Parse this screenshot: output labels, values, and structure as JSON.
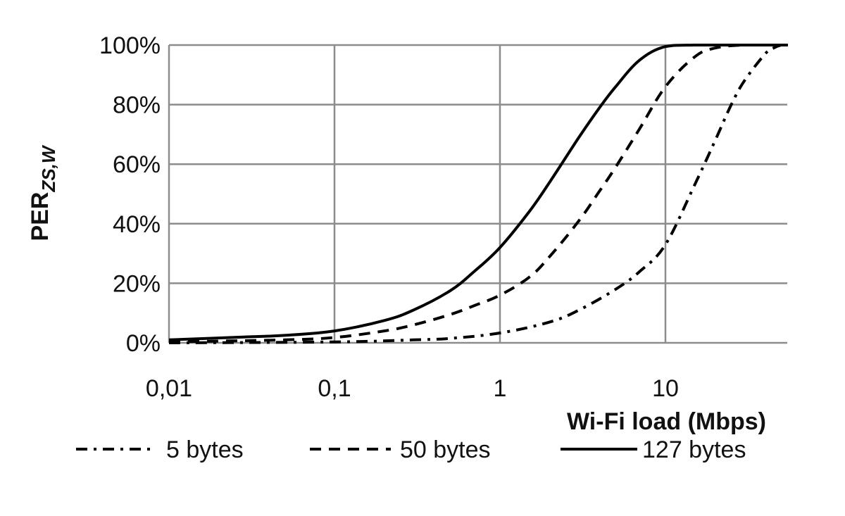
{
  "chart_data": {
    "type": "line",
    "xlabel": "Wi-Fi load (Mbps)",
    "ylabel": "PER",
    "ylabel_sub": "ZS,W",
    "x_scale": "log",
    "xlim": [
      0.01,
      55
    ],
    "ylim": [
      0,
      100
    ],
    "x_ticks": [
      {
        "value": 0.01,
        "label": "0,01"
      },
      {
        "value": 0.1,
        "label": "0,1"
      },
      {
        "value": 1,
        "label": "1"
      },
      {
        "value": 10,
        "label": "10"
      }
    ],
    "y_ticks": [
      {
        "value": 0,
        "label": "0%"
      },
      {
        "value": 20,
        "label": "20%"
      },
      {
        "value": 40,
        "label": "40%"
      },
      {
        "value": 60,
        "label": "60%"
      },
      {
        "value": 80,
        "label": "80%"
      },
      {
        "value": 100,
        "label": "100%"
      }
    ],
    "grid": true,
    "legend_position": "bottom",
    "series": [
      {
        "name": "5 bytes",
        "dash": "dash-dot",
        "x": [
          0.01,
          0.1,
          0.3,
          0.5,
          1,
          2,
          3,
          5,
          7,
          10,
          15,
          20,
          25,
          30,
          40,
          45,
          50,
          55
        ],
        "y": [
          0,
          0.3,
          1,
          1.5,
          3.3,
          7,
          11,
          18,
          24,
          33,
          53,
          68,
          80,
          88,
          97,
          99,
          100,
          100
        ]
      },
      {
        "name": "50 bytes",
        "dash": "dash",
        "x": [
          0.01,
          0.05,
          0.1,
          0.2,
          0.3,
          0.5,
          0.7,
          1,
          1.5,
          2,
          3,
          4,
          5,
          7,
          10,
          15,
          20,
          30,
          55
        ],
        "y": [
          0.3,
          1,
          1.8,
          4,
          6,
          9.5,
          12.5,
          16,
          22,
          29,
          41,
          51,
          59,
          72,
          86,
          96,
          99,
          100,
          100
        ]
      },
      {
        "name": "127 bytes",
        "dash": "solid",
        "x": [
          0.01,
          0.03,
          0.05,
          0.1,
          0.2,
          0.3,
          0.5,
          0.7,
          1,
          1.5,
          2,
          3,
          4,
          5,
          7,
          10,
          15,
          55
        ],
        "y": [
          1,
          2,
          2.5,
          4,
          7.5,
          11,
          17.5,
          24,
          32,
          44,
          54,
          69,
          79,
          86,
          95,
          99.5,
          100,
          100
        ]
      }
    ]
  }
}
